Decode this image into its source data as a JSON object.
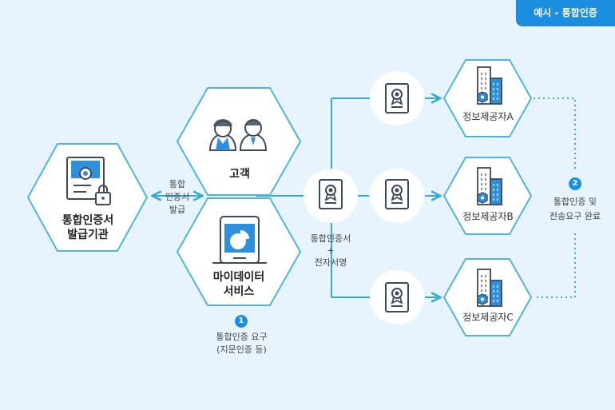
{
  "tag": {
    "label": "예시 - 통합인증"
  },
  "nodes": {
    "issuer": {
      "line1": "통합인증서",
      "line2": "발급기관"
    },
    "customer": {
      "label": "고객"
    },
    "mydata": {
      "line1": "마이데이터",
      "line2": "서비스"
    },
    "providerA": {
      "label": "정보제공자A"
    },
    "providerB": {
      "label": "정보제공자B"
    },
    "providerC": {
      "label": "정보제공자C"
    }
  },
  "edges": {
    "issue": {
      "line1": "통합",
      "line2": "인증서",
      "line3": "발급"
    },
    "center": {
      "line1": "통합인증서",
      "line2": "+",
      "line3": "전자서명"
    }
  },
  "steps": [
    {
      "num": "1",
      "line1": "통합인증 요구",
      "line2": "(지문인증 등)"
    },
    {
      "num": "2",
      "line1": "통합인증 및",
      "line2": "전송요구 완료"
    }
  ],
  "colors": {
    "background": "#e8f4fd",
    "accent": "#1c8ee0",
    "line": "#33a9d8",
    "border": "#4fb4e4",
    "icon_dark": "#3d4a5c"
  }
}
